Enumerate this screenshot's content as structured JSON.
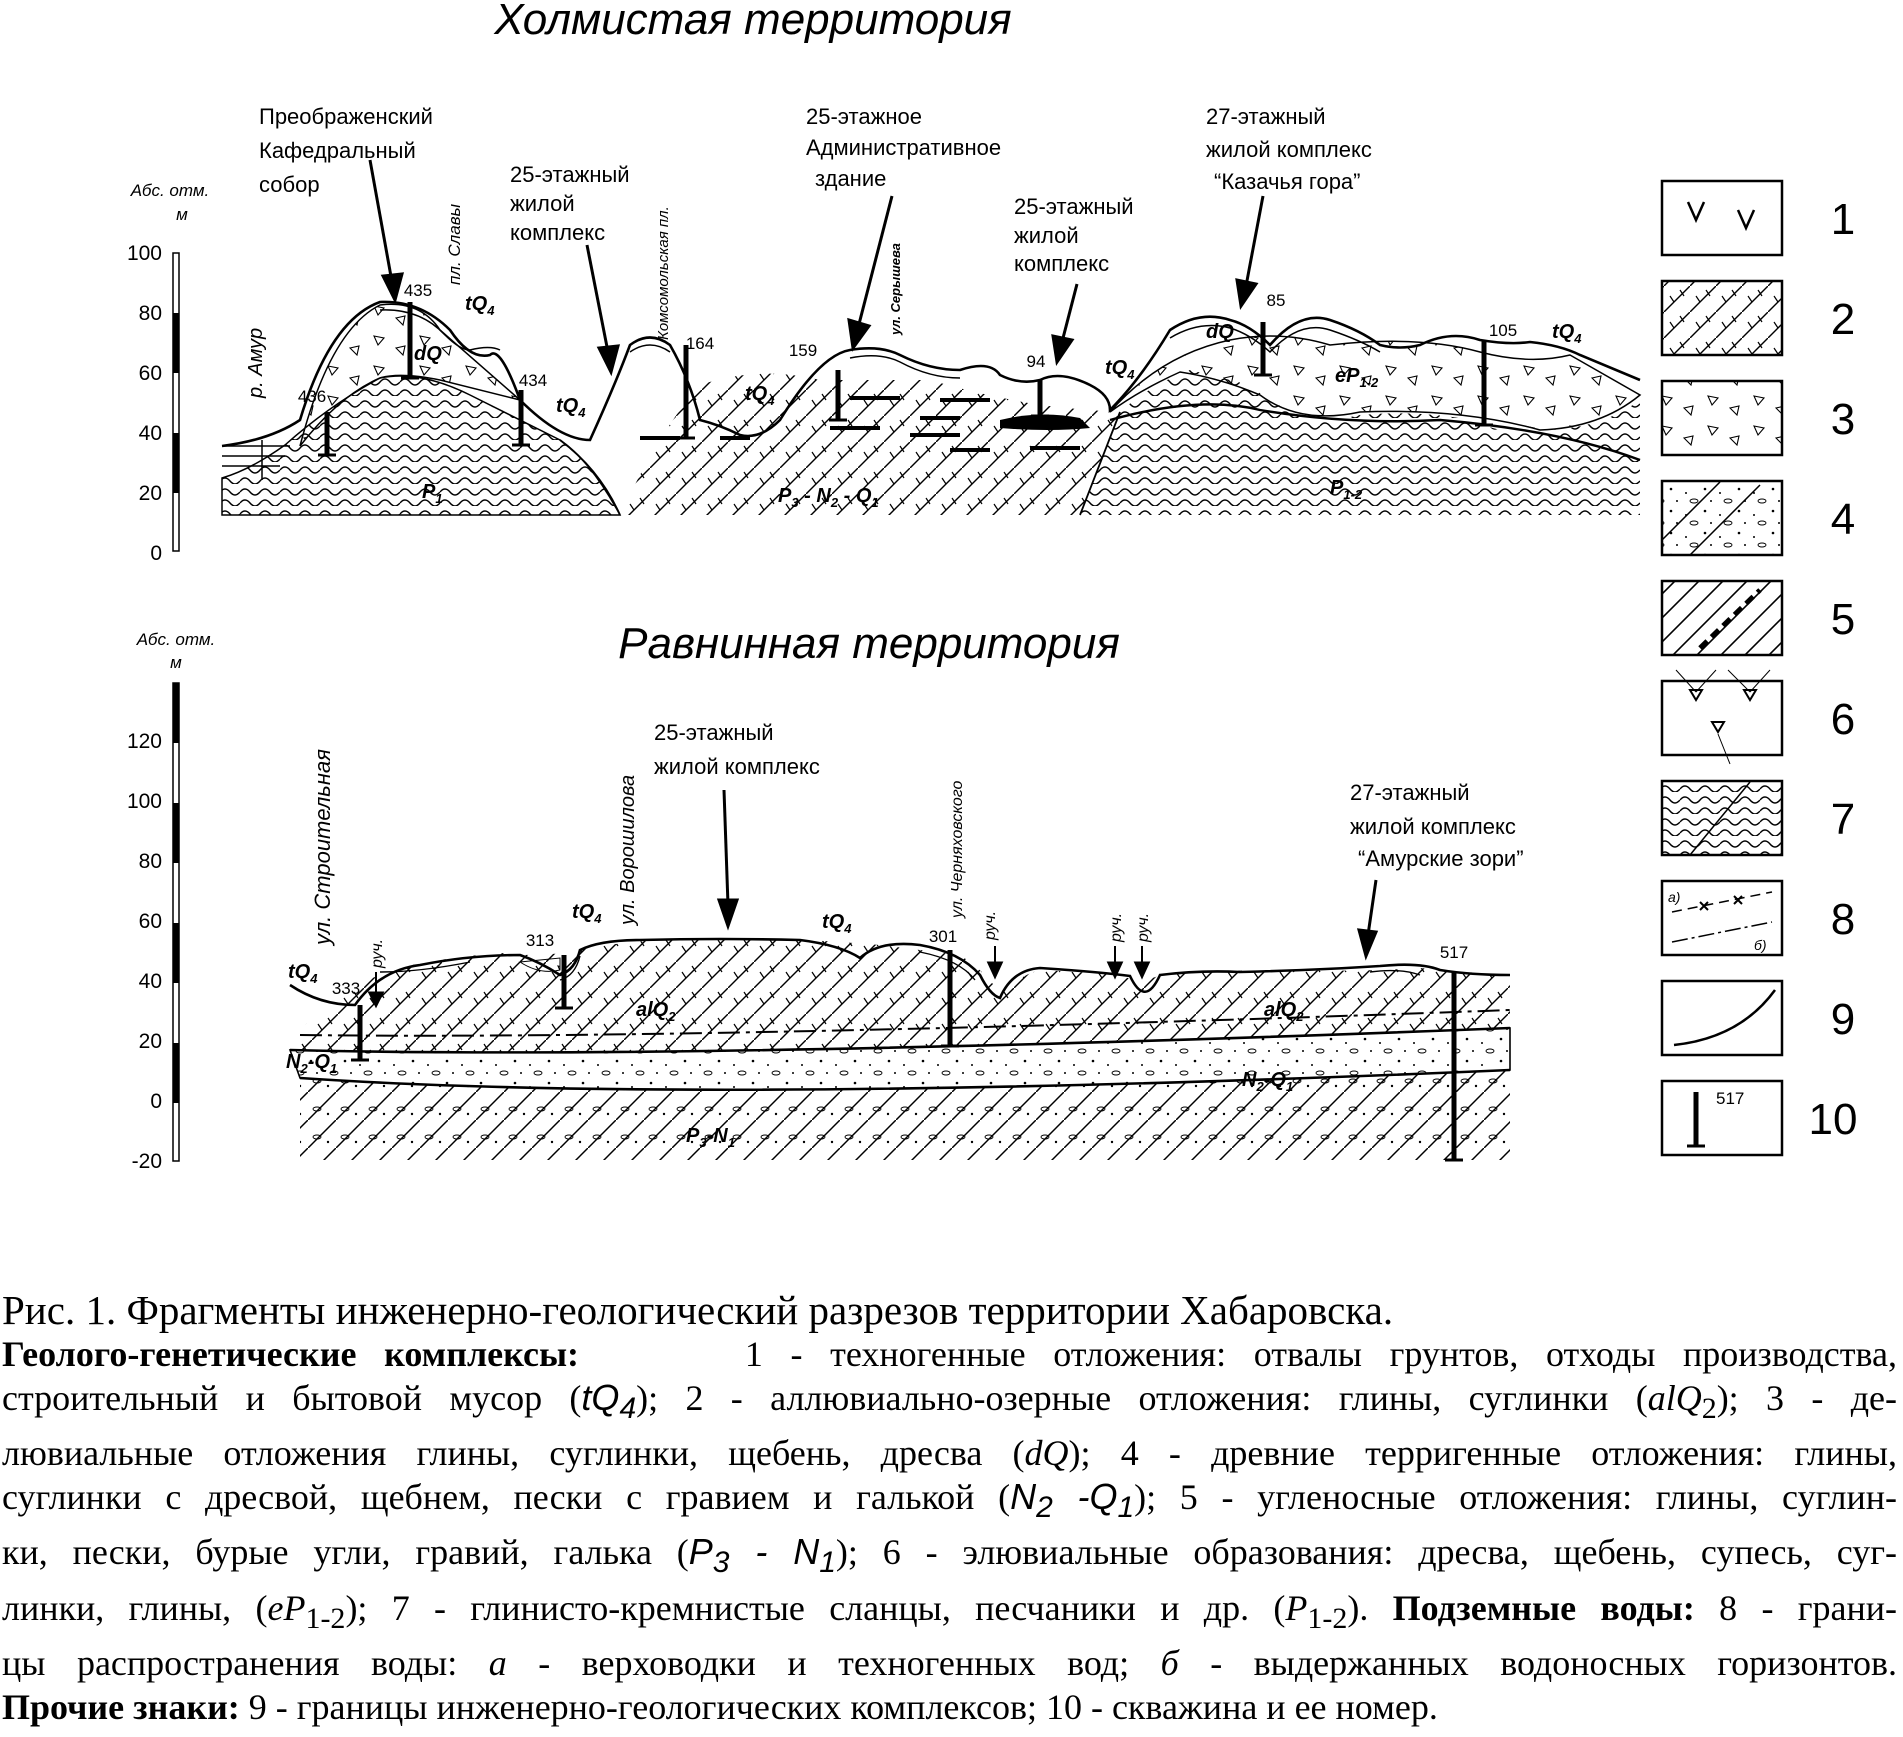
{
  "upper": {
    "title": "Холмистая территория",
    "axis_label_1": "Абс. отм.",
    "axis_label_2": "м",
    "ticks": [
      "100",
      "80",
      "60",
      "40",
      "20",
      "0"
    ],
    "ann_cathedral": [
      "Преображенский",
      "Кафедральный",
      "собор"
    ],
    "ann_res25_a": [
      "25-этажный",
      "жилой",
      "комплекс"
    ],
    "ann_admin": [
      "25-этажное",
      "Административное",
      "здание"
    ],
    "ann_res25_b": [
      "25-этажный",
      "жилой",
      "комплекс"
    ],
    "ann_kazach": [
      "27-этажный",
      "жилой комплекс",
      "“Казачья гора”"
    ],
    "river": "р. Амур",
    "pl_slavy": "пл. Славы",
    "komsomol": "Комсомольская пл.",
    "serysheva": "ул. Серышева",
    "wells": [
      "436",
      "435",
      "434",
      "164",
      "159",
      "94",
      "85",
      "105"
    ],
    "idx": {
      "tq": "tQ",
      "tq_sub": "4",
      "dq": "dQ",
      "p1": "P",
      "p1_sub": "1",
      "p3": "P",
      "p3_sub": "3",
      "n2": "N",
      "n2_sub": "2",
      "q1": "Q",
      "q1_sub": "1",
      "ep": "eP",
      "ep_sub": "1-2",
      "p12": "P",
      "p12_sub": "1-2"
    }
  },
  "lower": {
    "title": "Равнинная территория",
    "axis_label_1": "Абс. отм.",
    "axis_label_2": "м",
    "ticks": [
      "120",
      "100",
      "80",
      "60",
      "40",
      "20",
      "0",
      "-20"
    ],
    "ann_res25": [
      "25-этажный",
      "жилой комплекс"
    ],
    "ann_amur": [
      "27-этажный",
      "жилой комплекс",
      "“Амурские зори”"
    ],
    "stroit": "ул. Строительная",
    "voroshilova": "ул. Ворошилова",
    "chernyakh": "ул. Черняховского",
    "ruch": "руч.",
    "wells": [
      "333",
      "313",
      "301",
      "517"
    ],
    "idx": {
      "tq": "tQ",
      "tq_sub": "4",
      "alq": "alQ",
      "alq_sub": "2",
      "n2q1": "N",
      "n2q1_s1": "2",
      "n2q1_m": "-Q",
      "n2q1_s2": "1",
      "p3n1": "P",
      "p3n1_s1": "3",
      "p3n1_m": "-N",
      "p3n1_s2": "1"
    }
  },
  "legend": {
    "numbers": [
      "1",
      "2",
      "3",
      "4",
      "5",
      "6",
      "7",
      "8",
      "9",
      "10"
    ],
    "label_a": "а)",
    "label_b": "б)",
    "well_no": "517"
  },
  "caption": {
    "title": "Рис. 1. Фрагменты инженерно-геологический разрезов территории Хабаровска.",
    "p1_bold": "Геолого-генетические комплексы:",
    "p1_rest": "1 - техногенные отложения: отвалы грунтов, отходы производства,",
    "p2_a": "строительный и бытовой мусор (",
    "p2_f1": "tQ",
    "p2_f1s": "4",
    "p2_b": ");  2 - аллювиально-озерные отложения: глины, суглинки (",
    "p2_f2": "alQ",
    "p2_f2s": "2",
    "p2_c": "); 3 - де-",
    "p3_a": "лювиальные отложения глины, суглинки, щебень, дресва (",
    "p3_f": "dQ",
    "p3_b": "); 4 - древние терригенные отложения: глины,",
    "p4_a": "суглинки с дресвой, щебнем, пески с гравием и галькой (",
    "p4_f": "N",
    "p4_fs": "2",
    "p4_f2": " -Q",
    "p4_f2s": "1",
    "p4_b": "); 5 - угленосные отложения: глины, суглин-",
    "p5_a": "ки, пески, бурые угли, гравий, галька (",
    "p5_f": "P",
    "p5_fs": "3",
    "p5_f2": " - N",
    "p5_f2s": "1",
    "p5_b": ");   6 - элювиальные образования: дресва, щебень, супесь, суг-",
    "p6_a": "линки, глины, (",
    "p6_f": "eP",
    "p6_fs": "1-2",
    "p6_b": "); 7 - глинисто-кремнистые сланцы, песчаники и др. (",
    "p6_f2": "P",
    "p6_f2s": "1-2",
    "p6_c": "). ",
    "p6_bold": "Подземные воды:",
    "p6_d": " 8 - грани-",
    "p7_a": "цы распространения воды:   ",
    "p7_i1": "а",
    "p7_b": " - верховодки и техногенных вод;    ",
    "p7_i2": "б",
    "p7_c": " - выдержанных водоносных горизонтов.",
    "p8_bold": "Прочие знаки:",
    "p8_rest": "  9 - границы инженерно-геологических комплексов; 10 - скважина и ее номер."
  }
}
